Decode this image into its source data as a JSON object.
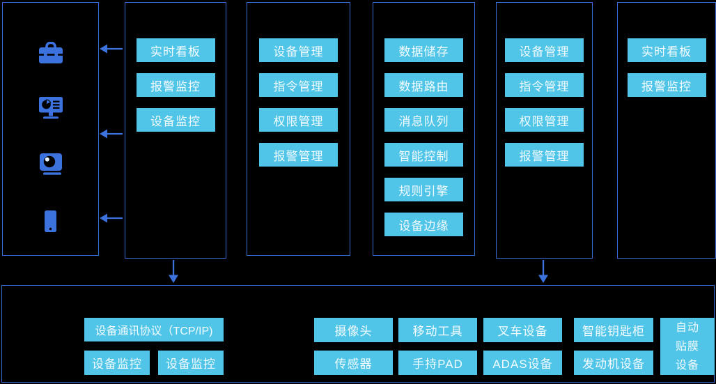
{
  "diagram": {
    "background_color": "#000000",
    "accent_blue": "#3c72de",
    "border_blue": "#3b6ed8",
    "node_cyan": "#50c5e8",
    "node_text_color": "#f2fbff"
  },
  "device_icon_panel": {
    "icons": [
      "toolbox-icon",
      "dashboard-monitor-icon",
      "camera-icon",
      "smartphone-icon"
    ]
  },
  "panels": [
    {
      "name": "monitoring-left",
      "buttons": [
        "实时看板",
        "报警监控",
        "设备监控"
      ]
    },
    {
      "name": "management-left",
      "buttons": [
        "设备管理",
        "指令管理",
        "权限管理",
        "报警管理"
      ]
    },
    {
      "name": "core-services",
      "buttons": [
        "数据储存",
        "数据路由",
        "消息队列",
        "智能控制",
        "规则引擎",
        "设备边缘"
      ]
    },
    {
      "name": "management-right",
      "buttons": [
        "设备管理",
        "指令管理",
        "权限管理",
        "报警管理"
      ]
    },
    {
      "name": "monitoring-right",
      "buttons": [
        "实时看板",
        "报警监控"
      ]
    }
  ],
  "bottom_panel": {
    "protocol_button": "设备通讯协议（TCP/IP)",
    "monitor_buttons": [
      "设备监控",
      "设备监控"
    ],
    "device_row_1": [
      "摄像头",
      "移动工具",
      "叉车设备",
      "智能钥匙柜"
    ],
    "device_row_2": [
      "传感器",
      "手持PAD",
      "ADAS设备",
      "发动机设备"
    ],
    "tall_device_lines": [
      "自动",
      "贴膜",
      "设备"
    ]
  }
}
